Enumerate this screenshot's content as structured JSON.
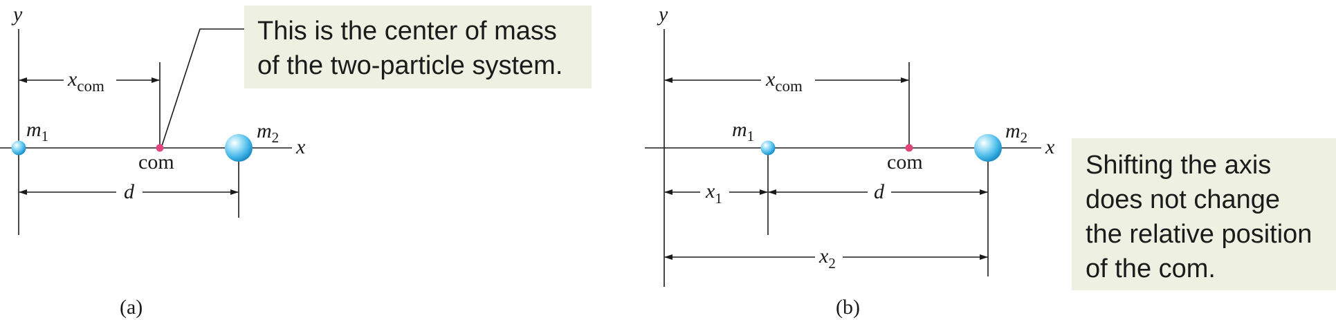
{
  "diagram_a": {
    "caption": "(a)",
    "y_axis_label": "y",
    "x_axis_label": "x",
    "mass1_label": "m",
    "mass1_sub": "1",
    "mass2_label": "m",
    "mass2_sub": "2",
    "com_label": "com",
    "xcom_label": "x",
    "xcom_sub": "com",
    "d_label": "d",
    "callout": {
      "line1": "This is the center of mass",
      "line2": "of the two-particle system."
    }
  },
  "diagram_b": {
    "caption": "(b)",
    "y_axis_label": "y",
    "x_axis_label": "x",
    "mass1_label": "m",
    "mass1_sub": "1",
    "mass2_label": "m",
    "mass2_sub": "2",
    "com_label": "com",
    "xcom_label": "x",
    "xcom_sub": "com",
    "x1_label": "x",
    "x1_sub": "1",
    "x2_label": "x",
    "x2_sub": "2",
    "d_label": "d",
    "callout": {
      "line1": "Shifting the axis",
      "line2": "does not change",
      "line3": "the relative position",
      "line4": "of the com."
    }
  },
  "colors": {
    "mass": "#5cc6ee",
    "com_dot": "#e0457b",
    "callout_bg": "#eef0e2",
    "line": "#1a1a1a"
  }
}
